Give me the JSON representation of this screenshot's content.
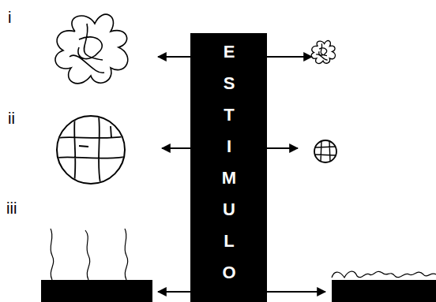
{
  "diagram": {
    "nodes": [
      {
        "text": [
          "ESTIMULO"
        ]
      }
    ],
    "labels": [
      "i",
      "ii",
      "iii"
    ]
  }
}
